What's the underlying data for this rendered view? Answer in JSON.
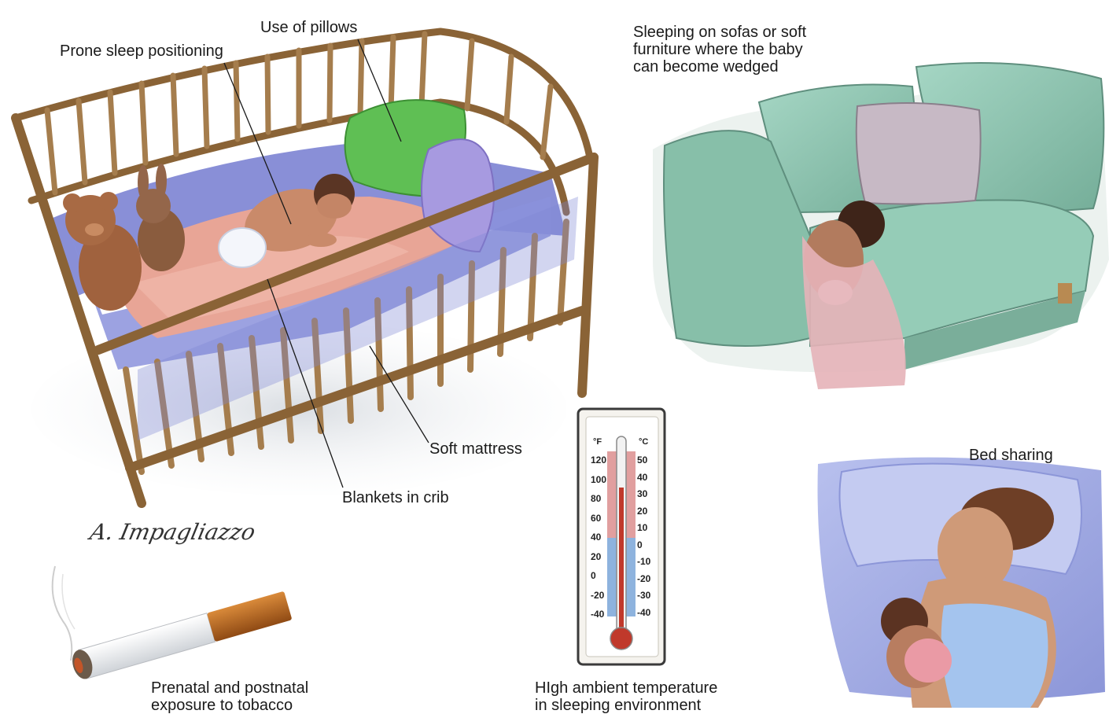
{
  "labels": {
    "prone": "Prone sleep positioning",
    "pillows": "Use of pillows",
    "sofa": [
      "Sleeping on sofas or soft",
      "furniture where the baby",
      "can become wedged"
    ],
    "mattress": "Soft mattress",
    "blankets": "Blankets in crib",
    "bed_sharing": "Bed sharing",
    "tobacco": [
      "Prenatal and postnatal",
      "exposure to tobacco"
    ],
    "temperature": [
      "HIgh ambient temperature",
      "in sleeping environment"
    ]
  },
  "thermometer": {
    "unit_f": "°F",
    "unit_c": "°C",
    "f_ticks": [
      "120",
      "100",
      "80",
      "60",
      "40",
      "20",
      "0",
      "-20",
      "-40"
    ],
    "c_ticks": [
      "50",
      "40",
      "30",
      "20",
      "10",
      "0",
      "-10",
      "-20",
      "-30",
      "-40"
    ]
  },
  "signature": "A. Impagliazzo",
  "colors": {
    "crib_wood": "#a0784a",
    "bumper_blue": "#7f86d4",
    "blanket_pink": "#e8a596",
    "sofa_green": "#8ec5b0",
    "pillow_green": "#5fbf54",
    "pillow_lavender": "#a79ae0",
    "bed_blue": "#a9b3e8",
    "thermo_red": "#c0392b",
    "thermo_blue": "#5b8fd0"
  }
}
